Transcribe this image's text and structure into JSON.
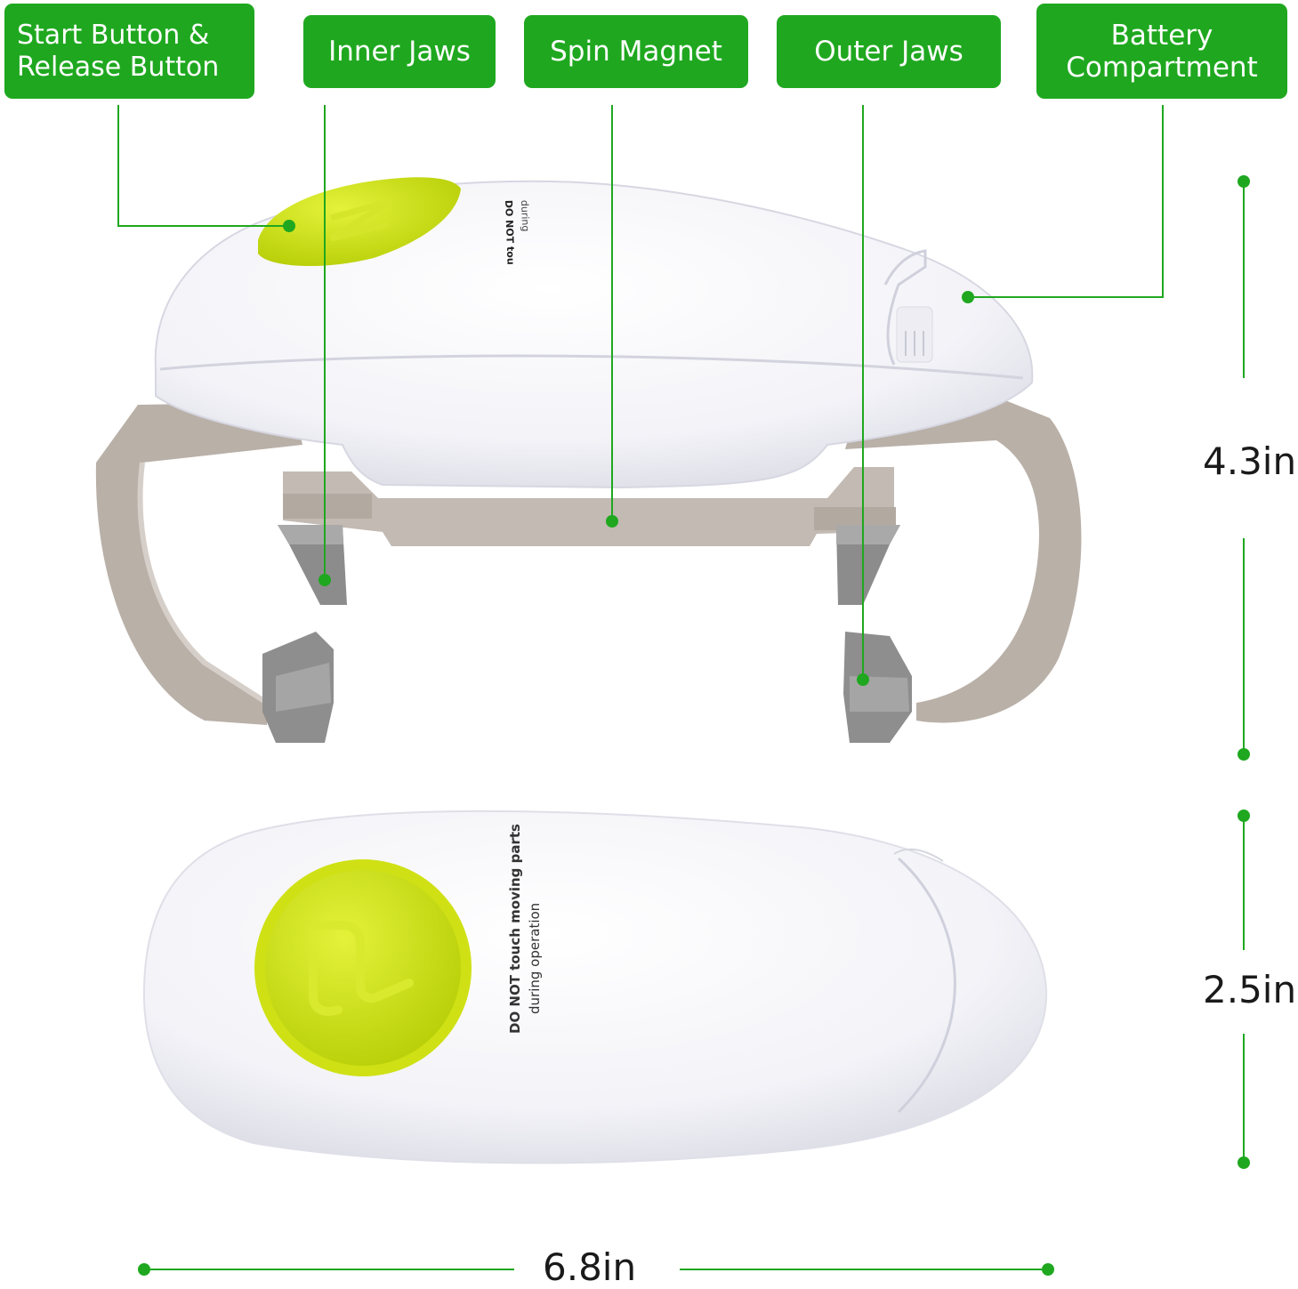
{
  "callouts": {
    "start_release": "Start Button &\nRelease Button",
    "inner_jaws": "Inner Jaws",
    "spin_magnet": "Spin Magnet",
    "outer_jaws": "Outer Jaws",
    "battery": "Battery\nCompartment"
  },
  "device_text": {
    "top_view_l1": "DO NOT touch moving parts",
    "top_view_l2": "during operation"
  },
  "dimensions": {
    "height_side": "4.3in",
    "height_top": "2.5in",
    "length": "6.8in"
  },
  "colors": {
    "accent_green": "#1fa81f",
    "button_lime": "#cde313",
    "body_white": "#f7f7fb",
    "handle_taupe": "#b7aea7"
  }
}
